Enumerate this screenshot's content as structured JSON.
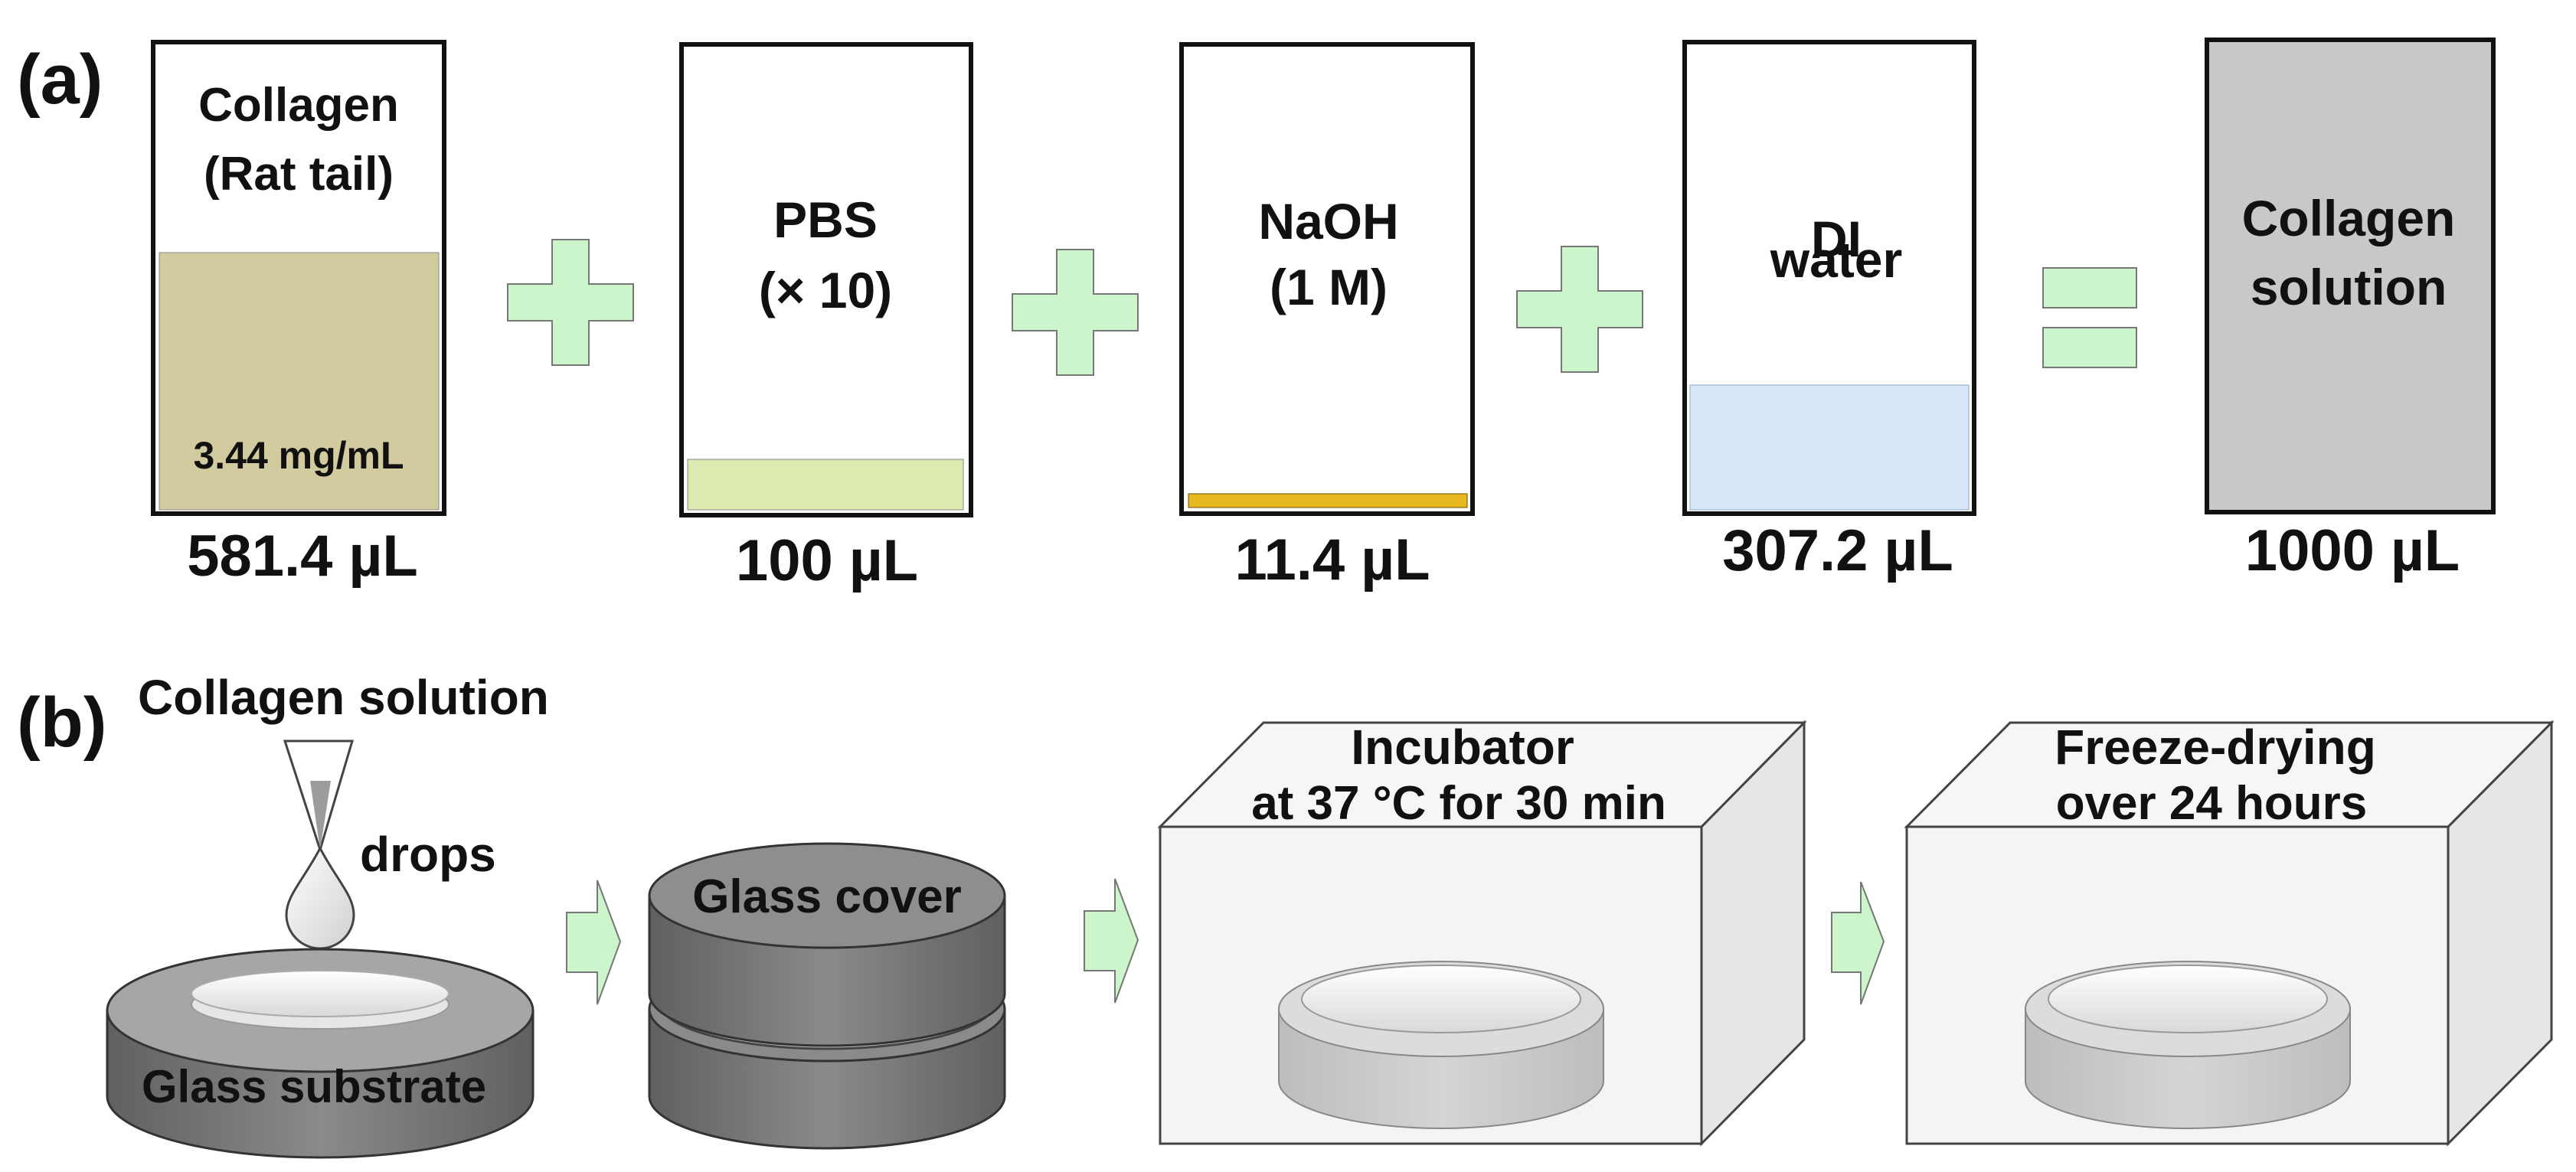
{
  "panel_a": {
    "label": "(a)",
    "containers": [
      {
        "id": "collagen",
        "name_line1": "Collagen",
        "name_line2": "(Rat tail)",
        "inner_note": "3.44 mg/mL",
        "volume": "581.4 µL",
        "liquid_color": "#d3cba0",
        "fill_fraction": 0.581
      },
      {
        "id": "pbs",
        "name_line1": "PBS",
        "name_line2": "(× 10)",
        "inner_note": "",
        "volume": "100 µL",
        "liquid_color": "#dce9b0",
        "fill_fraction": 0.1
      },
      {
        "id": "naoh",
        "name_line1": "NaOH",
        "name_line2": "(1 M)",
        "inner_note": "",
        "volume": "11.4 µL",
        "liquid_color": "#e8b820",
        "fill_fraction": 0.011
      },
      {
        "id": "di-water",
        "name_line1": "DI",
        "name_line2": "water",
        "inner_note": "",
        "volume": "307.2 µL",
        "liquid_color": "#d6e7fa",
        "fill_fraction": 0.307
      },
      {
        "id": "collagen-solution",
        "name_line1": "Collagen",
        "name_line2": "solution",
        "inner_note": "",
        "volume": "1000 µL",
        "liquid_color": "#c8c8c8",
        "fill_fraction": 1.0
      }
    ],
    "operator_color": "#ccf5cc"
  },
  "panel_b": {
    "label": "(b)",
    "step1": {
      "title": "Collagen solution",
      "drops_label": "drops",
      "base_label": "Glass substrate"
    },
    "step2": {
      "cover_label": "Glass cover"
    },
    "step3": {
      "line1": "Incubator",
      "line2": "at 37 °C for 30 min"
    },
    "step4": {
      "line1": "Freeze-drying",
      "line2": "over 24 hours"
    },
    "arrow_color": "#ccf5cc",
    "glass_color": "#7a7a7a"
  }
}
